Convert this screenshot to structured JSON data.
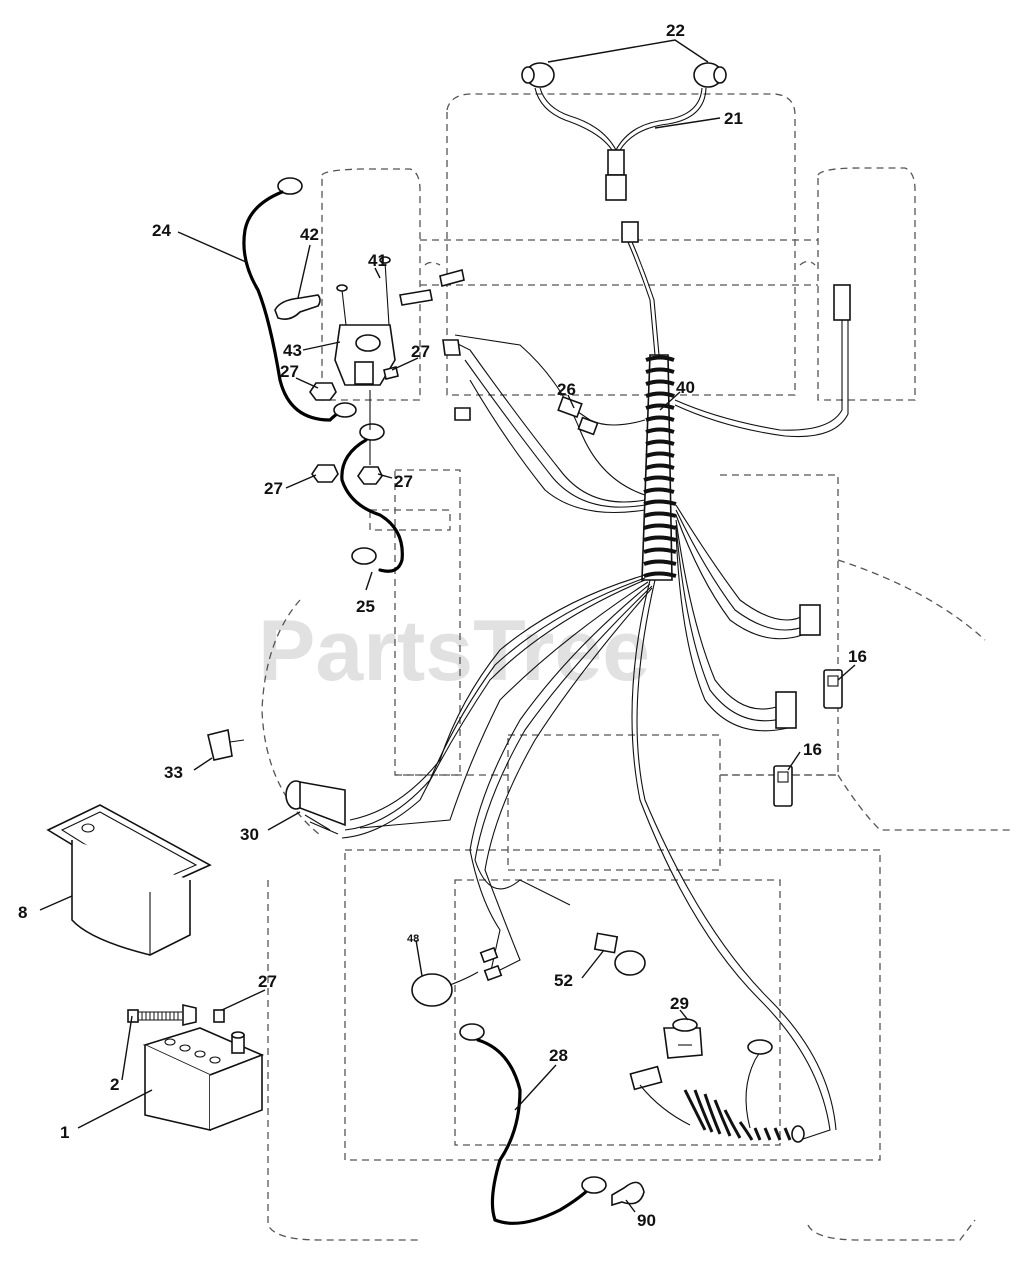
{
  "watermark": "PartsTree",
  "callouts": {
    "c22": "22",
    "c21": "21",
    "c24": "24",
    "c42": "42",
    "c41": "41",
    "c43": "43",
    "c27a": "27",
    "c27b": "27",
    "c27c": "27",
    "c27d": "27",
    "c27e": "27",
    "c26": "26",
    "c40": "40",
    "c25": "25",
    "c16a": "16",
    "c16b": "16",
    "c33": "33",
    "c30": "30",
    "c8": "8",
    "c48": "48",
    "c52": "52",
    "c29": "29",
    "c2": "2",
    "c1": "1",
    "c28": "28",
    "c90": "90"
  }
}
